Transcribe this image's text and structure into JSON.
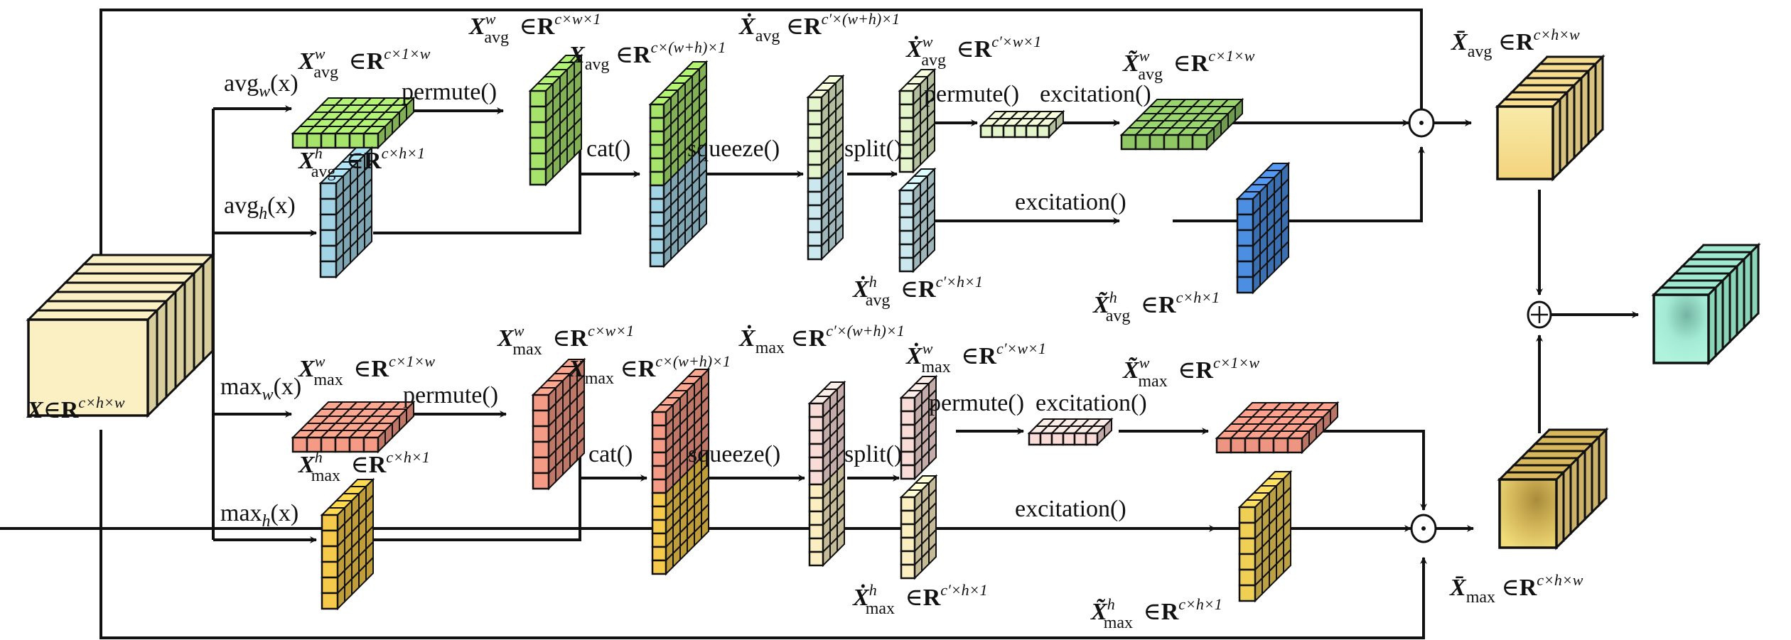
{
  "colors": {
    "input": "#fbf0c4",
    "input_side": "#d8cd9d",
    "avg_w": "#a6e36a",
    "avg_h": "#a3d4e6",
    "max_w": "#f59a84",
    "max_h": "#f5c94a",
    "squeezed_avg_w": "#e4f4cb",
    "squeezed_avg_h": "#cbe8ef",
    "squeezed_max_w": "#f9dbd7",
    "squeezed_max_h": "#fbefc2",
    "excited_avg_w": "#8ec764",
    "excited_avg_h": "#4a8ee0",
    "excited_max_w": "#ee9582",
    "excited_max_h": "#f0cf55",
    "out_avg": "#f6dd8f",
    "out_max": "#d8b85a",
    "final": "#9fe9d0"
  },
  "nodes": {
    "input": {
      "var": "X",
      "set": "R",
      "dims": "c×h×w"
    },
    "x_avg_w": {
      "var": "X",
      "sup": "w",
      "sub": "avg",
      "set": "R",
      "dims": "c×1×w"
    },
    "x_avg_h": {
      "var": "X",
      "sup": "h",
      "sub": "avg",
      "set": "R",
      "dims": "c×h×1"
    },
    "x_avg_w_perm": {
      "var": "X",
      "sup": "w",
      "sub": "avg",
      "set": "R",
      "dims": "c×w×1"
    },
    "x_avg_cat": {
      "var": "X",
      "sub": "avg",
      "set": "R",
      "dims": "c×(w+h)×1"
    },
    "x_avg_sq": {
      "var": "Ẋ",
      "sub": "avg",
      "set": "R",
      "dims": "c′×(w+h)×1"
    },
    "x_avg_sq_w": {
      "var": "Ẋ",
      "sup": "w",
      "sub": "avg",
      "set": "R",
      "dims": "c′×w×1"
    },
    "x_avg_sq_h": {
      "var": "Ẋ",
      "sup": "h",
      "sub": "avg",
      "set": "R",
      "dims": "c′×h×1"
    },
    "x_avg_ex_w": {
      "var": "X̃",
      "sup": "w",
      "sub": "avg",
      "set": "R",
      "dims": "c×1×w"
    },
    "x_avg_ex_h": {
      "var": "X̃",
      "sup": "h",
      "sub": "avg",
      "set": "R",
      "dims": "c×h×1"
    },
    "x_avg_out": {
      "var": "X̄",
      "sub": "avg",
      "set": "R",
      "dims": "c×h×w"
    },
    "x_max_w": {
      "var": "X",
      "sup": "w",
      "sub": "max",
      "set": "R",
      "dims": "c×1×w"
    },
    "x_max_h": {
      "var": "X",
      "sup": "h",
      "sub": "max",
      "set": "R",
      "dims": "c×h×1"
    },
    "x_max_w_perm": {
      "var": "X",
      "sup": "w",
      "sub": "max",
      "set": "R",
      "dims": "c×w×1"
    },
    "x_max_cat": {
      "var": "X",
      "sub": "max",
      "set": "R",
      "dims": "c×(w+h)×1"
    },
    "x_max_sq": {
      "var": "Ẋ",
      "sub": "max",
      "set": "R",
      "dims": "c′×(w+h)×1"
    },
    "x_max_sq_w": {
      "var": "Ẋ",
      "sup": "w",
      "sub": "max",
      "set": "R",
      "dims": "c′×w×1"
    },
    "x_max_sq_h": {
      "var": "Ẋ",
      "sup": "h",
      "sub": "max",
      "set": "R",
      "dims": "c′×h×1"
    },
    "x_max_ex_w": {
      "var": "X̃",
      "sup": "w",
      "sub": "max",
      "set": "R",
      "dims": "c×1×w"
    },
    "x_max_ex_h": {
      "var": "X̃",
      "sup": "h",
      "sub": "max",
      "set": "R",
      "dims": "c×h×1"
    },
    "x_max_out": {
      "var": "X̄",
      "sub": "max",
      "set": "R",
      "dims": "c×h×w"
    }
  },
  "ops": {
    "avg_w": {
      "fn": "avg",
      "sub": "w",
      "arg": "(x)"
    },
    "avg_h": {
      "fn": "avg",
      "sub": "h",
      "arg": "(x)"
    },
    "max_w": {
      "fn": "max",
      "sub": "w",
      "arg": "(x)"
    },
    "max_h": {
      "fn": "max",
      "sub": "h",
      "arg": "(x)"
    },
    "permute": "permute()",
    "cat": "cat()",
    "squeeze": "squeeze()",
    "split": "split()",
    "excitation": "excitation()",
    "hadamard_symbol": "⊙",
    "add_symbol": "⊕"
  },
  "membership_symbol": "∈"
}
